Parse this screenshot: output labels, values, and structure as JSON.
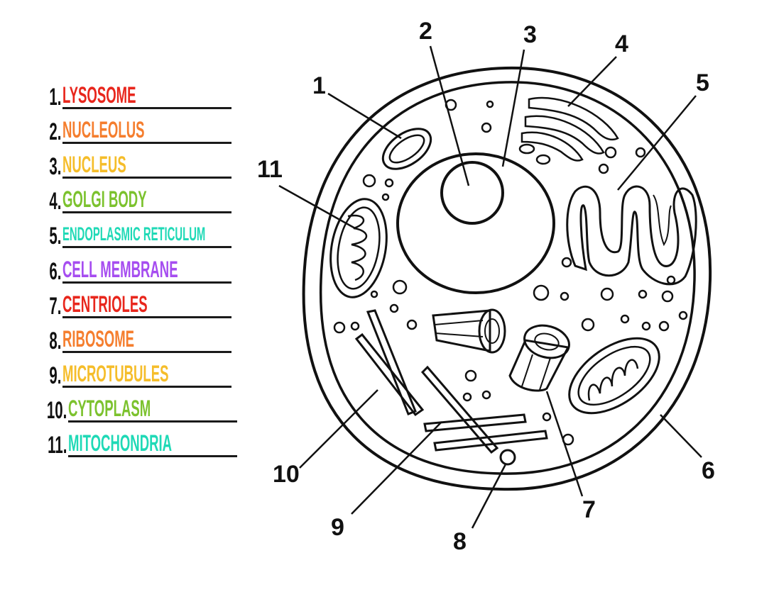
{
  "legend": {
    "items": [
      {
        "number": "1.",
        "label": "LYSOSOME",
        "color": "#e8261c"
      },
      {
        "number": "2.",
        "label": "NUCLEOLUS",
        "color": "#f57e2e"
      },
      {
        "number": "3.",
        "label": "NUCLEUS",
        "color": "#f5bd2a"
      },
      {
        "number": "4.",
        "label": "GOLGI BODY",
        "color": "#7cc22e"
      },
      {
        "number": "5.",
        "label": "ENDOPLASMIC RETICULUM",
        "color": "#1fd9b6"
      },
      {
        "number": "6.",
        "label": "CELL MEMBRANE",
        "color": "#a64df0"
      },
      {
        "number": "7.",
        "label": "CENTRIOLES",
        "color": "#e8261c"
      },
      {
        "number": "8.",
        "label": "RIBOSOME",
        "color": "#f57e2e"
      },
      {
        "number": "9.",
        "label": "MICROTUBULES",
        "color": "#f5bd2a"
      },
      {
        "number": "10.",
        "label": "CYTOPLASM",
        "color": "#7cc22e"
      },
      {
        "number": "11.",
        "label": "MITOCHONDRIA",
        "color": "#1fd9b6"
      }
    ]
  },
  "diagram": {
    "callouts": [
      "1",
      "2",
      "3",
      "4",
      "5",
      "6",
      "7",
      "8",
      "9",
      "10",
      "11"
    ]
  }
}
